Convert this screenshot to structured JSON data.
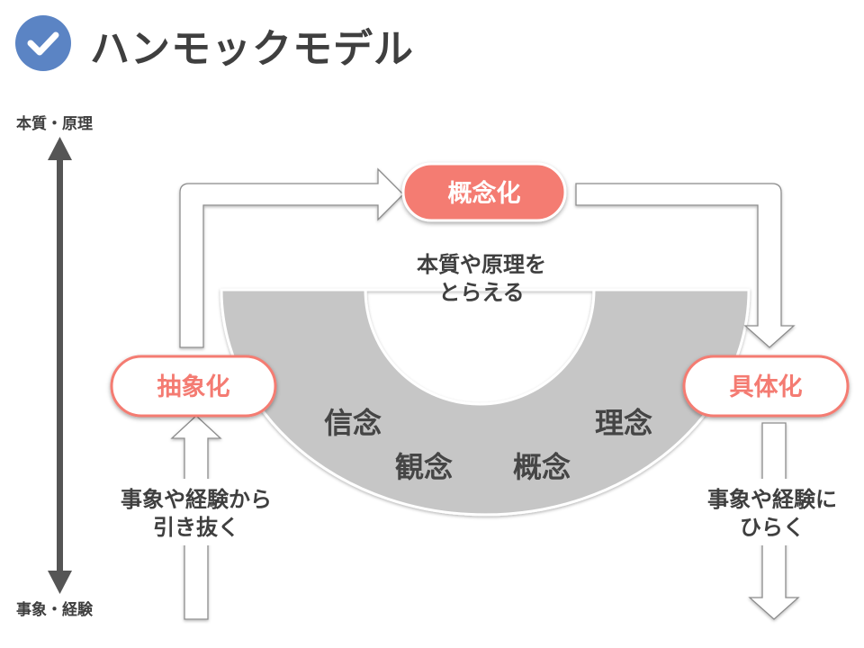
{
  "title": "ハンモックモデル",
  "title_icon": "check-circle-icon",
  "colors": {
    "accent": "#f47b72",
    "icon_blue": "#5b84c4",
    "text_dark": "#3f3f3f",
    "axis": "#555555",
    "arc_fill": "#c6c6c6"
  },
  "axis": {
    "top_label": "本質・原理",
    "bottom_label": "事象・経験"
  },
  "nodes": {
    "abstraction": "抽象化",
    "conceptualization": "概念化",
    "concretization": "具体化"
  },
  "captions": {
    "conceptualization_desc_line1": "本質や原理を",
    "conceptualization_desc_line2": "とらえる",
    "abstraction_desc_line1": "事象や経験から",
    "abstraction_desc_line2": "引き抜く",
    "concretization_desc_line1": "事象や経験に",
    "concretization_desc_line2": "ひらく"
  },
  "hammock_words": {
    "belief": "信念",
    "idea": "観念",
    "concept": "概念",
    "principle": "理念"
  }
}
